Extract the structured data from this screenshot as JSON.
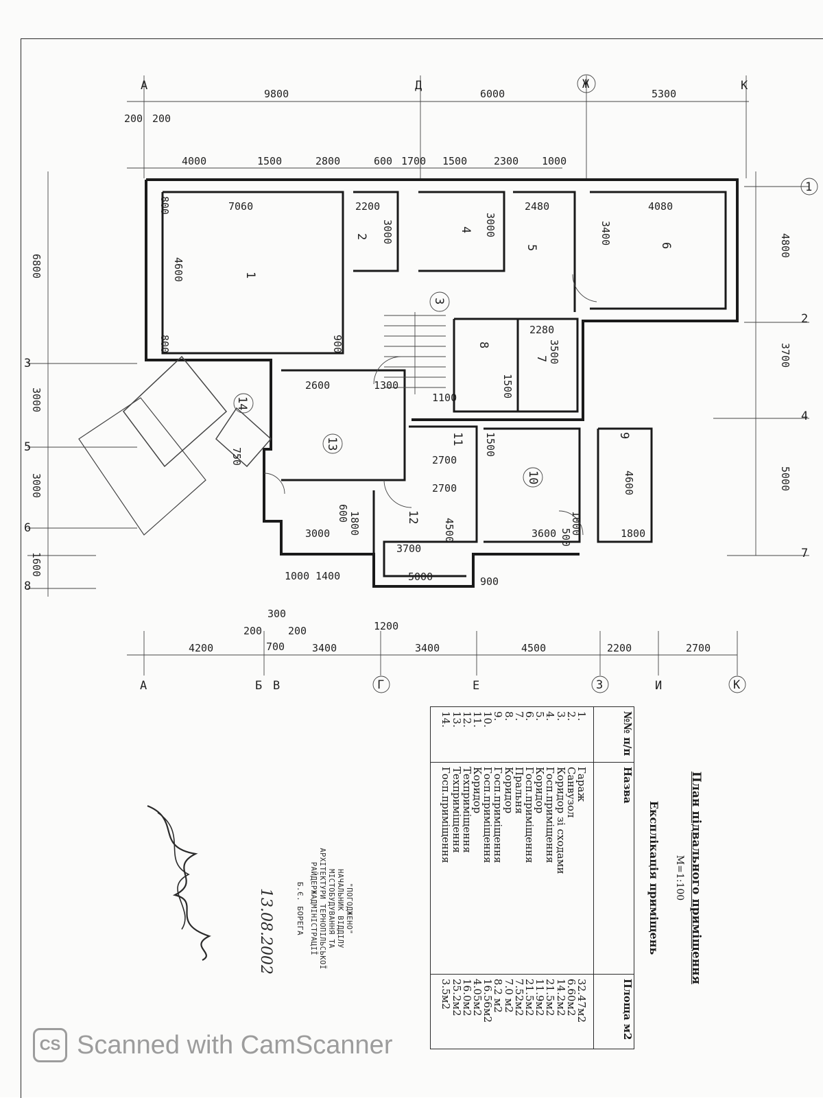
{
  "plan": {
    "axes_top": [
      "А",
      "Д",
      "Ж",
      "К"
    ],
    "axes_bottom": [
      "А",
      "Б",
      "В",
      "Г",
      "Е",
      "З",
      "И",
      "К"
    ],
    "axes_side": [
      "1",
      "2",
      "3",
      "4",
      "5",
      "6",
      "7",
      "8"
    ],
    "dims_top": [
      "9800",
      "6000",
      "5300"
    ],
    "dims_top_inner": [
      "4000",
      "1500",
      "2800",
      "600",
      "1700",
      "1500",
      "2300",
      "1000"
    ],
    "dims_bottom": [
      "4200",
      "3400",
      "3400",
      "4500",
      "2200",
      "2700"
    ],
    "dims_bottom_small": [
      "300",
      "200",
      "200",
      "700"
    ],
    "dims_right": [
      "4800",
      "3700",
      "5000"
    ],
    "dims_left": [
      "6800",
      "3000",
      "3000",
      "1600"
    ],
    "room_numbers": [
      "1",
      "2",
      "3",
      "4",
      "5",
      "6",
      "7",
      "8",
      "9",
      "10",
      "11",
      "12",
      "13",
      "14"
    ],
    "room_dims": [
      "7060",
      "4600",
      "2200",
      "3000",
      "3000",
      "2480",
      "4080",
      "3400",
      "2280",
      "3500",
      "2600",
      "2700",
      "2700",
      "3700",
      "3000",
      "3600",
      "4600",
      "1800",
      "4500",
      "1800",
      "5000",
      "1400",
      "1000",
      "1200",
      "900",
      "1300",
      "1100",
      "1500"
    ],
    "small": [
      "200",
      "200",
      "800",
      "800",
      "900",
      "500",
      "750",
      "600",
      "1000",
      "1500"
    ]
  },
  "explication": {
    "title": "План підвального приміщення",
    "scale": "М=1:100",
    "subtitle": "Експлікація приміщень",
    "col_no": "№№ п/п",
    "col_name": "Назва",
    "col_area": "Площа м2",
    "rows": {
      "nos": [
        "1.",
        "2.",
        "3.",
        "4.",
        "5.",
        "6.",
        "7.",
        "8.",
        "9.",
        "10.",
        "11.",
        "12.",
        "13.",
        "14."
      ],
      "names": [
        "Гараж",
        "Санвузол",
        "Коридор зі сходами",
        "Госп.приміщення",
        "Коридор",
        "Госп.приміщення",
        "Пральня",
        "Коридор",
        "Госп.приміщення",
        "Госп.приміщення",
        "Коридор",
        "Техприміщення",
        "Техприміщення",
        "Госп.приміщення"
      ],
      "areas": [
        "32.47м2",
        "6.60м2",
        "14.2м2",
        "21.5м2",
        "11.9м2",
        "21.5м2",
        "7.52м2",
        "7.0 м2",
        "8.2 м2",
        "16.56м2",
        "4.05м2",
        "16.0м2",
        "25.2м2",
        "3.5м2"
      ]
    }
  },
  "stamp": {
    "lines": [
      "\"ПОГОДЖЕНО\"",
      "НАЧАЛЬНИК ВІДДІЛУ",
      "МІСТОБУДУВАННЯ ТА",
      "АРХІТЕКТУРИ ТЕРНОПІЛЬСЬКОЇ",
      "РАЙДЕРЖАДМІНІСТРАЦІЇ"
    ],
    "name": "Б.Є. БОРЕГА",
    "date": "13.08.2002"
  },
  "watermark": {
    "logo": "CS",
    "text": "Scanned with CamScanner"
  }
}
